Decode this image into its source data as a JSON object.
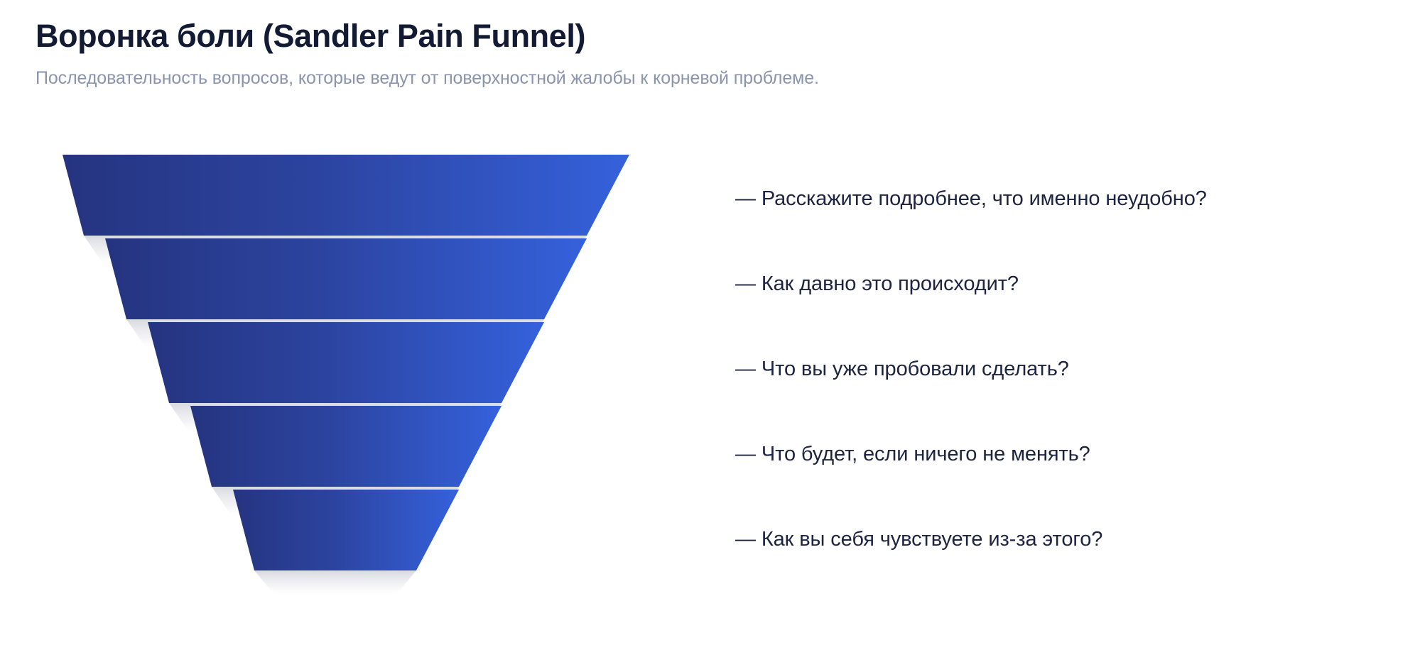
{
  "header": {
    "title": "Воронка боли (Sandler Pain Funnel)",
    "subtitle": "Последовательность вопросов, которые ведут от поверхностной жалобы к корневой проблеме."
  },
  "funnel": {
    "stage_count": 5,
    "gradient_start": "#253480",
    "gradient_end": "#3561dc",
    "shadow_color": "#d8dae0",
    "background": "#ffffff",
    "stages": [
      {
        "index": 1,
        "top_width_pct": 100,
        "bottom_width_pct": 84
      },
      {
        "index": 2,
        "top_width_pct": 84,
        "bottom_width_pct": 68
      },
      {
        "index": 3,
        "top_width_pct": 68,
        "bottom_width_pct": 52
      },
      {
        "index": 4,
        "top_width_pct": 52,
        "bottom_width_pct": 36
      },
      {
        "index": 5,
        "top_width_pct": 36,
        "bottom_width_pct": 20
      }
    ]
  },
  "questions": [
    {
      "id": 1,
      "text": "— Расскажите подробнее, что именно неудобно?"
    },
    {
      "id": 2,
      "text": "— Как давно это происходит?"
    },
    {
      "id": 3,
      "text": "— Что вы уже пробовали сделать?"
    },
    {
      "id": 4,
      "text": "— Что будет, если ничего не менять?"
    },
    {
      "id": 5,
      "text": "— Как вы себя чувствуете из-за этого?"
    }
  ],
  "colors": {
    "title": "#131a33",
    "subtitle": "#8a94ad",
    "question_text": "#1d2440",
    "page_background": "#ffffff"
  }
}
